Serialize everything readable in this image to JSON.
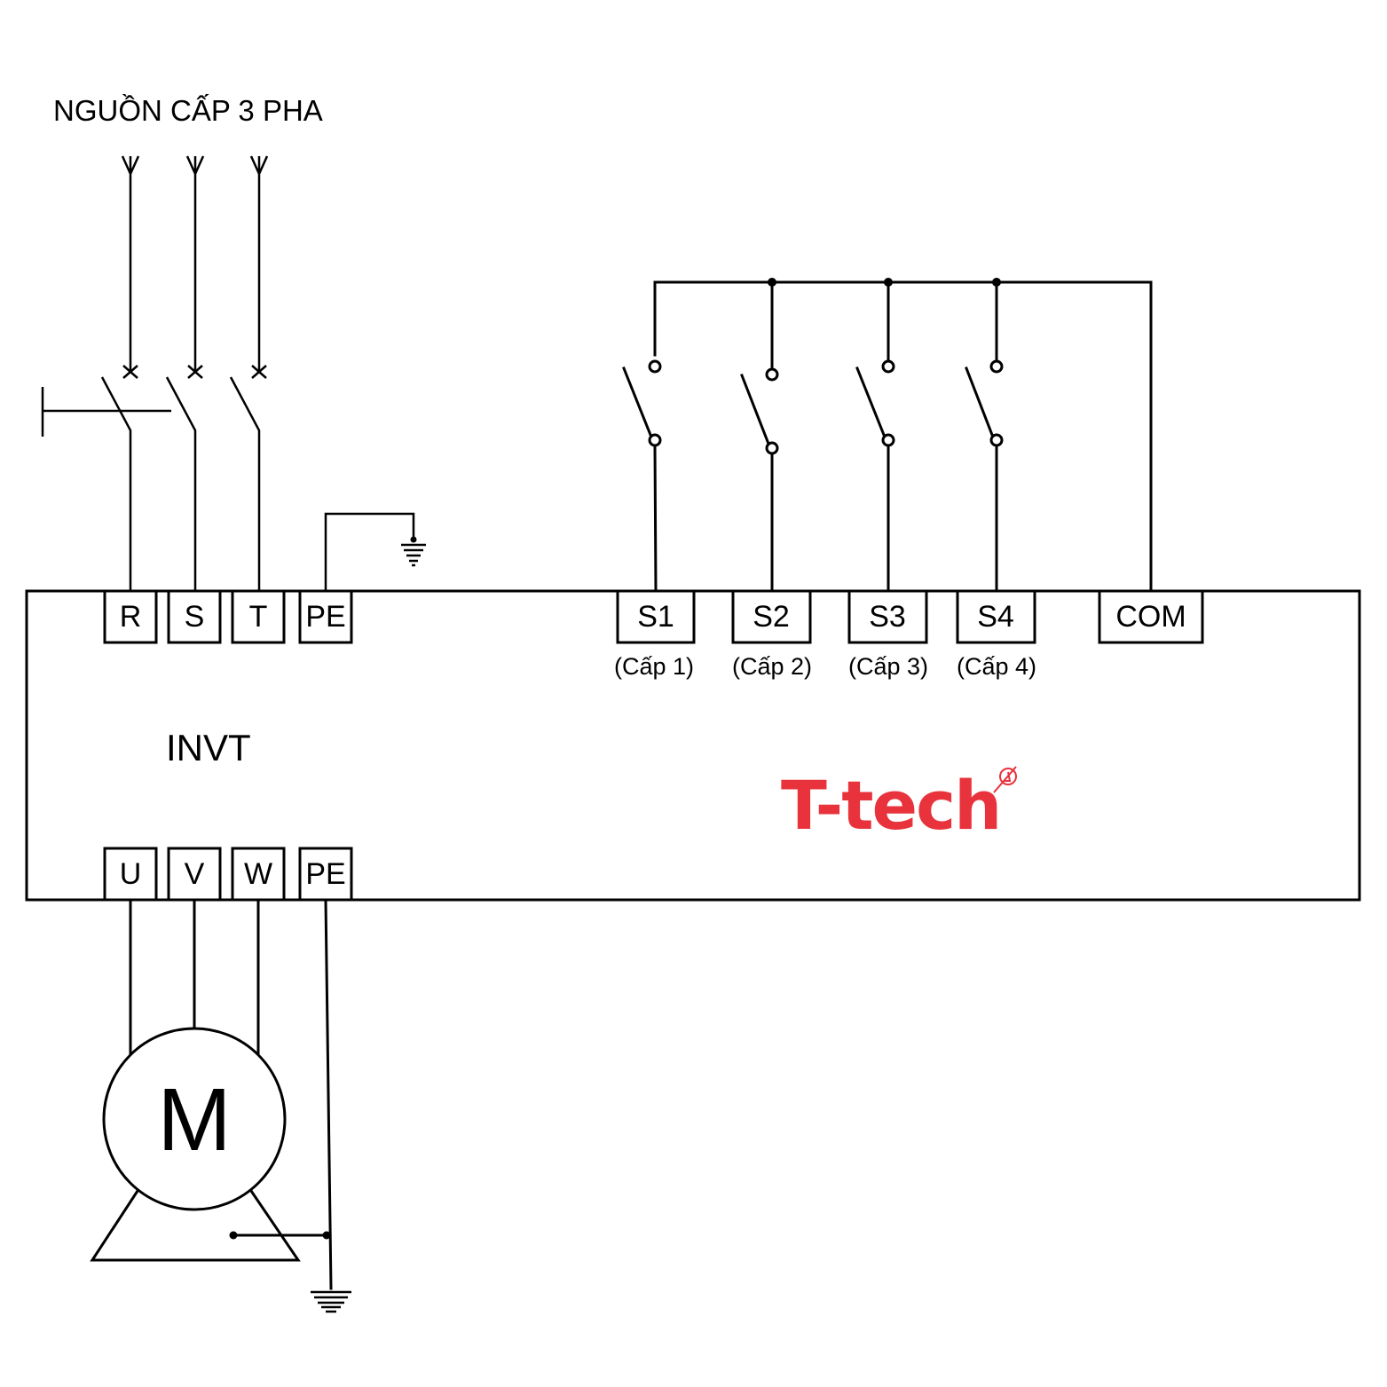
{
  "title": "NGUỒN CẤP 3 PHA",
  "device_label": "INVT",
  "logo": {
    "text": "T-tech",
    "color": "#e8333c"
  },
  "power_input_terminals": [
    "R",
    "S",
    "T",
    "PE"
  ],
  "output_terminals": [
    "U",
    "V",
    "W",
    "PE"
  ],
  "control_terminals": [
    {
      "label": "S1",
      "sub": "(Cấp 1)"
    },
    {
      "label": "S2",
      "sub": "(Cấp 2)"
    },
    {
      "label": "S3",
      "sub": "(Cấp 3)"
    },
    {
      "label": "S4",
      "sub": "(Cấp 4)"
    },
    {
      "label": "COM",
      "sub": ""
    }
  ],
  "motor_label": "M",
  "symbols": {
    "power_arrow": "arrow-in-icon",
    "breaker": "circuit-breaker-icon",
    "ground": "ground-icon",
    "switch": "switch-icon",
    "motor": "motor-icon"
  }
}
